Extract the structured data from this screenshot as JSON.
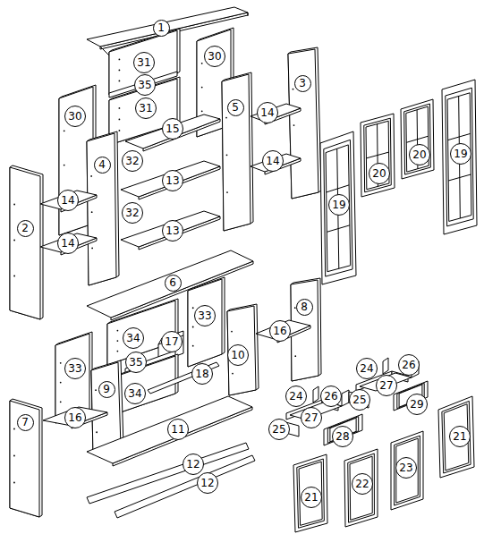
{
  "diagram": {
    "labels": [
      "1",
      "31",
      "30",
      "35",
      "31",
      "3",
      "5",
      "14",
      "15",
      "30",
      "4",
      "32",
      "13",
      "14",
      "14",
      "32",
      "2",
      "13",
      "14",
      "19",
      "20",
      "20",
      "19",
      "6",
      "8",
      "33",
      "16",
      "34",
      "17",
      "35",
      "33",
      "10",
      "18",
      "9",
      "34",
      "24",
      "26",
      "24",
      "26",
      "25",
      "27",
      "16",
      "7",
      "11",
      "27",
      "25",
      "29",
      "28",
      "21",
      "12",
      "12",
      "22",
      "23",
      "21"
    ]
  }
}
